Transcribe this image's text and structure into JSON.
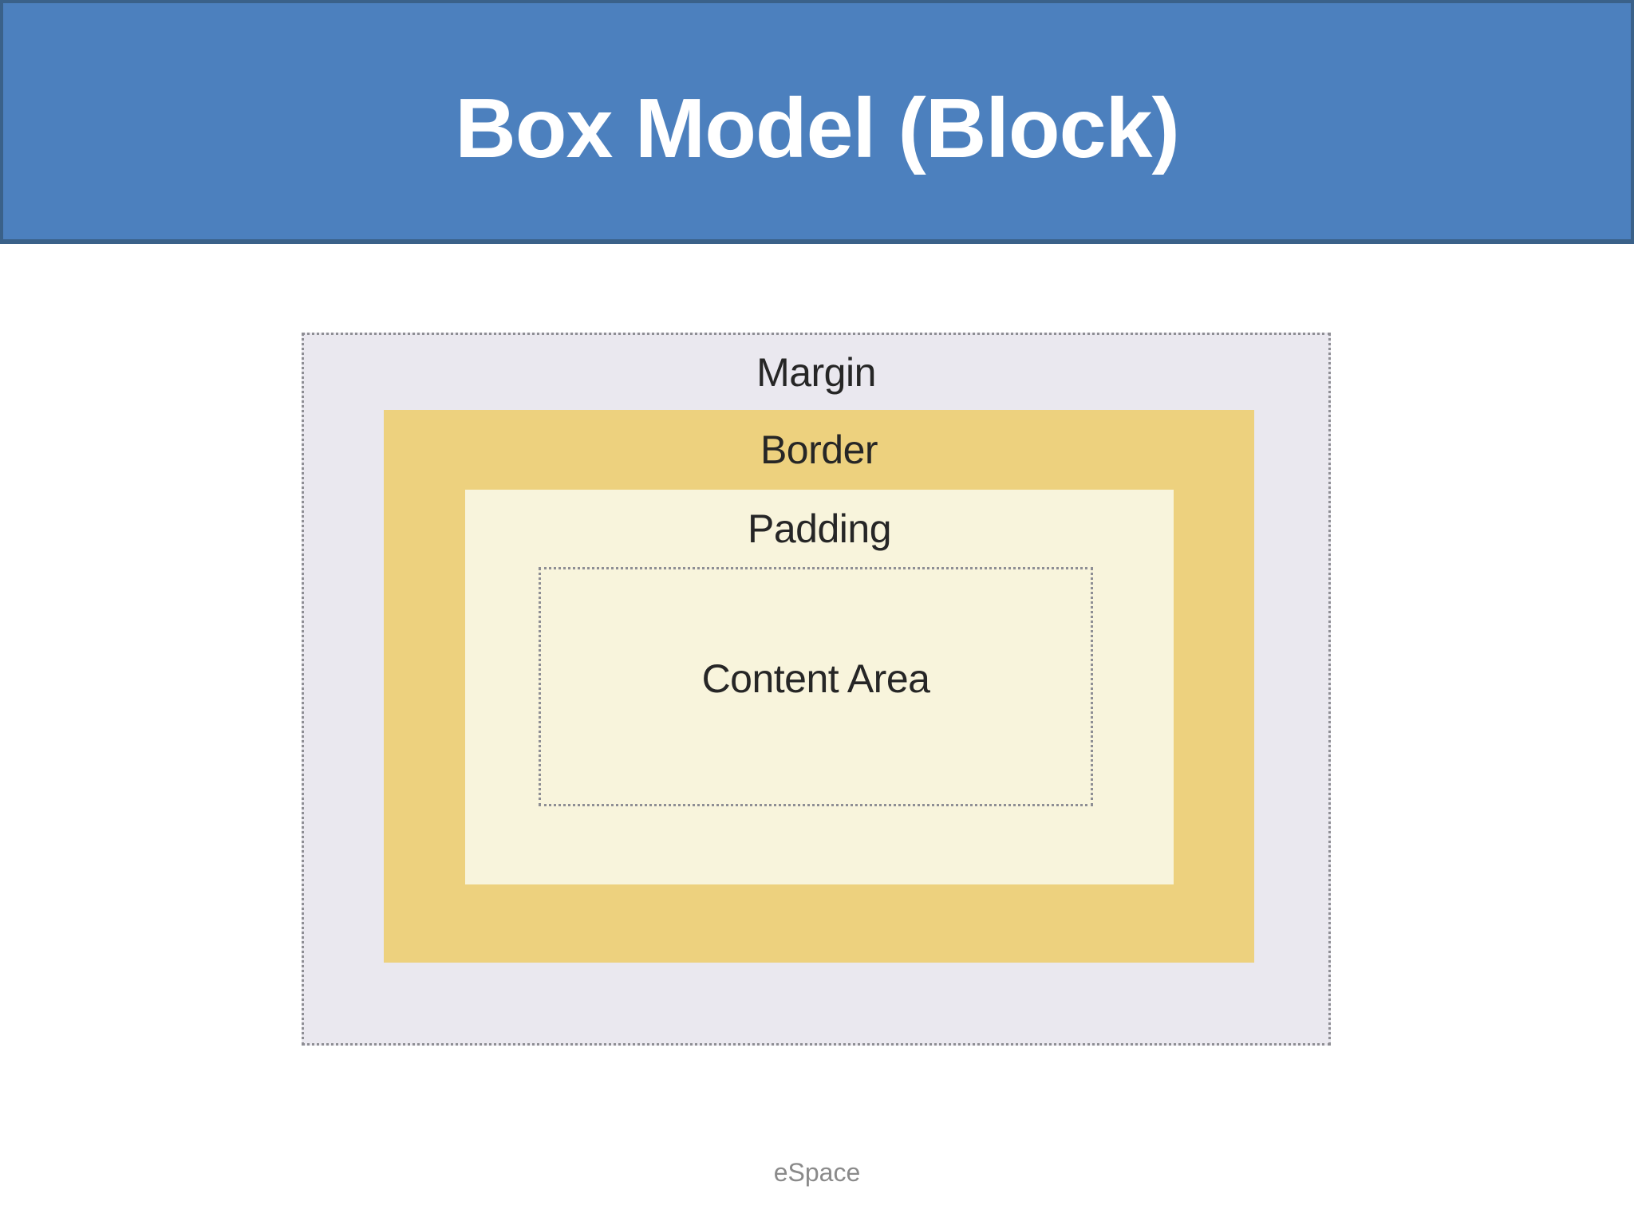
{
  "header": {
    "title": "Box Model (Block)"
  },
  "diagram": {
    "margin": {
      "label": "Margin"
    },
    "border": {
      "label": "Border"
    },
    "padding": {
      "label": "Padding"
    },
    "content": {
      "label": "Content Area"
    }
  },
  "footer": {
    "text": "eSpace"
  },
  "colors": {
    "banner-fill": "#4C80BE",
    "banner-border": "#3A6189",
    "title-text": "#FFFFFF",
    "margin-bg": "#EAE8EF",
    "border-bg": "#EDD17E",
    "padding-bg": "#F8F4DC",
    "dotted-line": "#8E8E94",
    "label-text": "#262626",
    "footer-text": "#8A8A8A",
    "page-bg": "#FFFFFF"
  }
}
